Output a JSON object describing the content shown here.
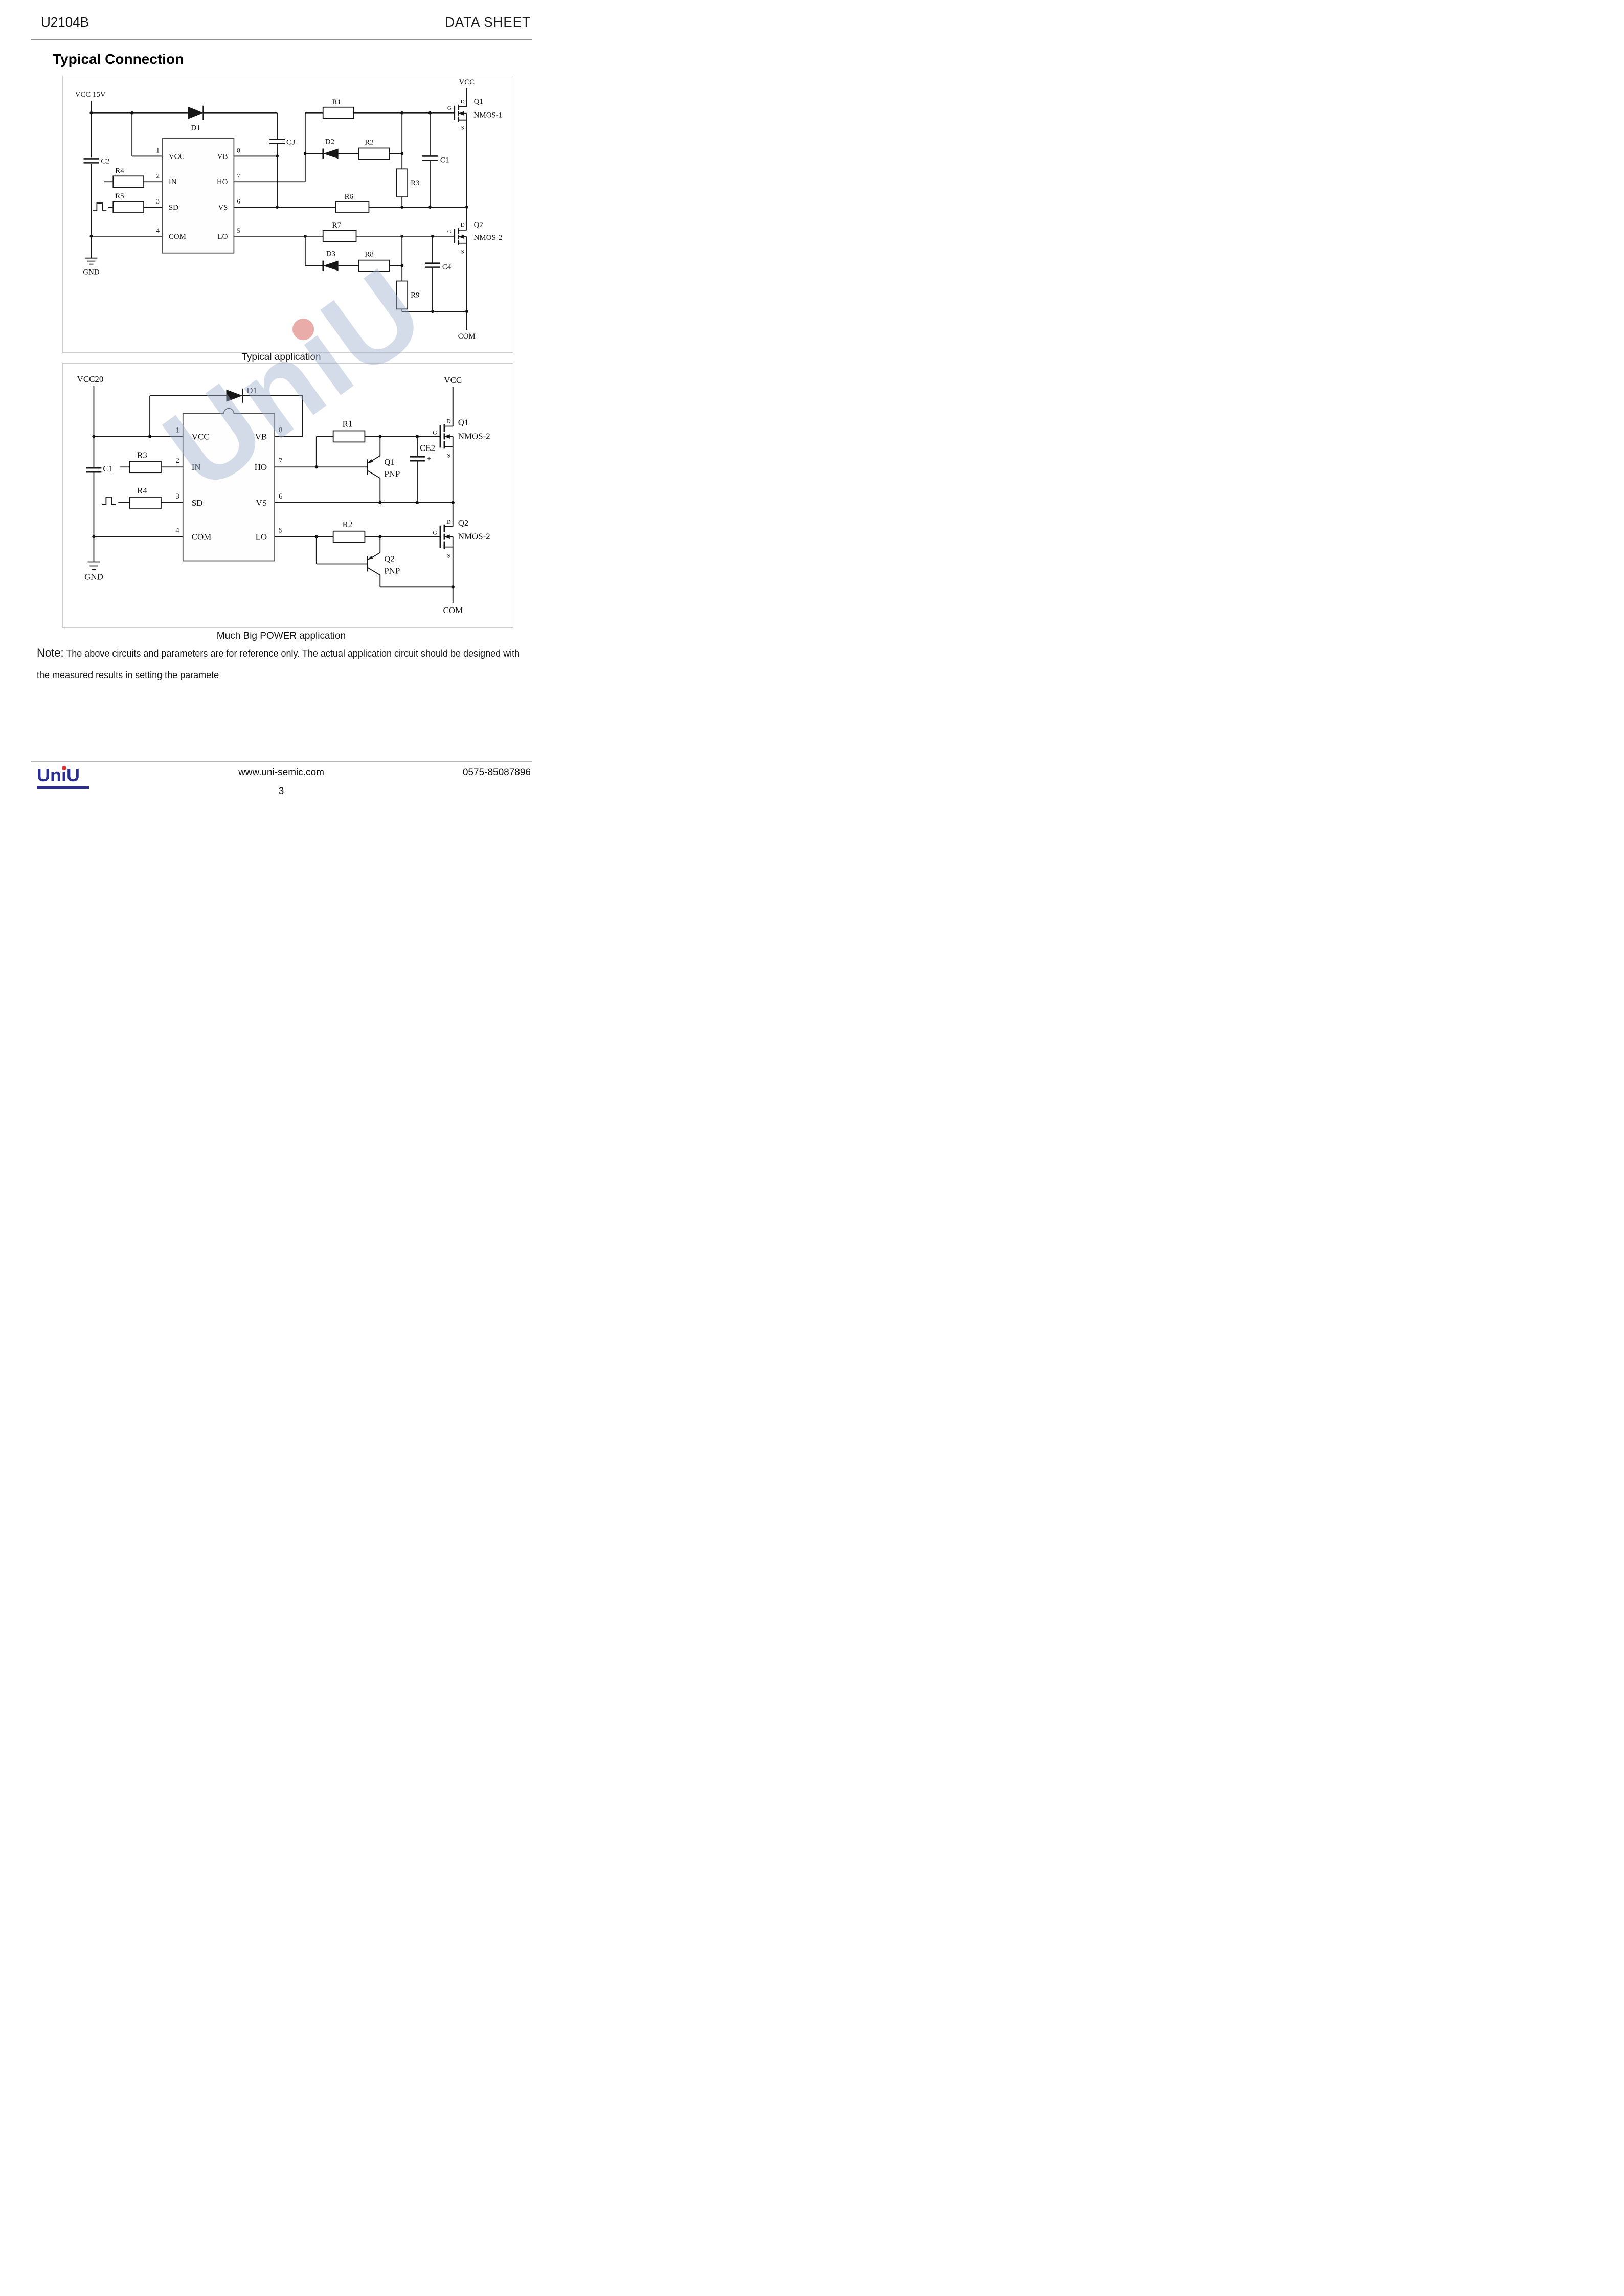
{
  "header": {
    "part_number": "U2104B",
    "doc_type": "DATA SHEET"
  },
  "section_title": "Typical Connection",
  "watermark": {
    "part1": "Un",
    "i": "ı",
    "part2": "U"
  },
  "c1": {
    "caption": "Typical application",
    "supply": "VCC 15V",
    "gnd": "GND",
    "pins": {
      "left": [
        {
          "num": "1",
          "name": "VCC"
        },
        {
          "num": "2",
          "name": "IN"
        },
        {
          "num": "3",
          "name": "SD"
        },
        {
          "num": "4",
          "name": "COM"
        }
      ],
      "right": [
        {
          "num": "8",
          "name": "VB"
        },
        {
          "num": "7",
          "name": "HO"
        },
        {
          "num": "6",
          "name": "VS"
        },
        {
          "num": "5",
          "name": "LO"
        }
      ]
    },
    "labels": {
      "d1": "D1",
      "c2": "C2",
      "r4": "R4",
      "r5": "R5",
      "c3": "C3",
      "r1": "R1",
      "d2": "D2",
      "r2": "R2",
      "r3": "R3",
      "c1": "C1",
      "r6": "R6",
      "r7": "R7",
      "d3": "D3",
      "r8": "R8",
      "c4": "C4",
      "r9": "R9"
    },
    "terms": {
      "d": "D",
      "g": "G",
      "s": "S"
    },
    "q1": {
      "ref": "Q1",
      "type": "NMOS-1",
      "supply": "VCC"
    },
    "q2": {
      "ref": "Q2",
      "type": "NMOS-2",
      "com": "COM"
    }
  },
  "c2": {
    "caption": "Much Big POWER application",
    "supply": "VCC20",
    "gnd": "GND",
    "pins": {
      "left": [
        {
          "num": "1",
          "name": "VCC"
        },
        {
          "num": "2",
          "name": "IN"
        },
        {
          "num": "3",
          "name": "SD"
        },
        {
          "num": "4",
          "name": "COM"
        }
      ],
      "right": [
        {
          "num": "8",
          "name": "VB"
        },
        {
          "num": "7",
          "name": "HO"
        },
        {
          "num": "6",
          "name": "VS"
        },
        {
          "num": "5",
          "name": "LO"
        }
      ]
    },
    "labels": {
      "d1": "D1",
      "c1": "C1",
      "r3": "R3",
      "r4": "R4",
      "r1": "R1",
      "r2": "R2",
      "ce2": "CE2",
      "plus": "+"
    },
    "terms": {
      "d": "D",
      "g": "G",
      "s": "S"
    },
    "bjt1": {
      "ref": "Q1",
      "type": "PNP"
    },
    "bjt2": {
      "ref": "Q2",
      "type": "PNP"
    },
    "q1": {
      "ref": "Q1",
      "type": "NMOS-2",
      "supply": "VCC"
    },
    "q2": {
      "ref": "Q2",
      "type": "NMOS-2",
      "com": "COM"
    }
  },
  "note": {
    "label": "Note:",
    "text": "The above circuits and parameters are for reference only. The actual application circuit should be designed with the measured results in setting the paramete"
  },
  "footer": {
    "logo_part1": "Un",
    "logo_i": "ı",
    "logo_part2": "U",
    "website": "www.uni-semic.com",
    "phone": "0575-85087896",
    "page_number": "3"
  }
}
